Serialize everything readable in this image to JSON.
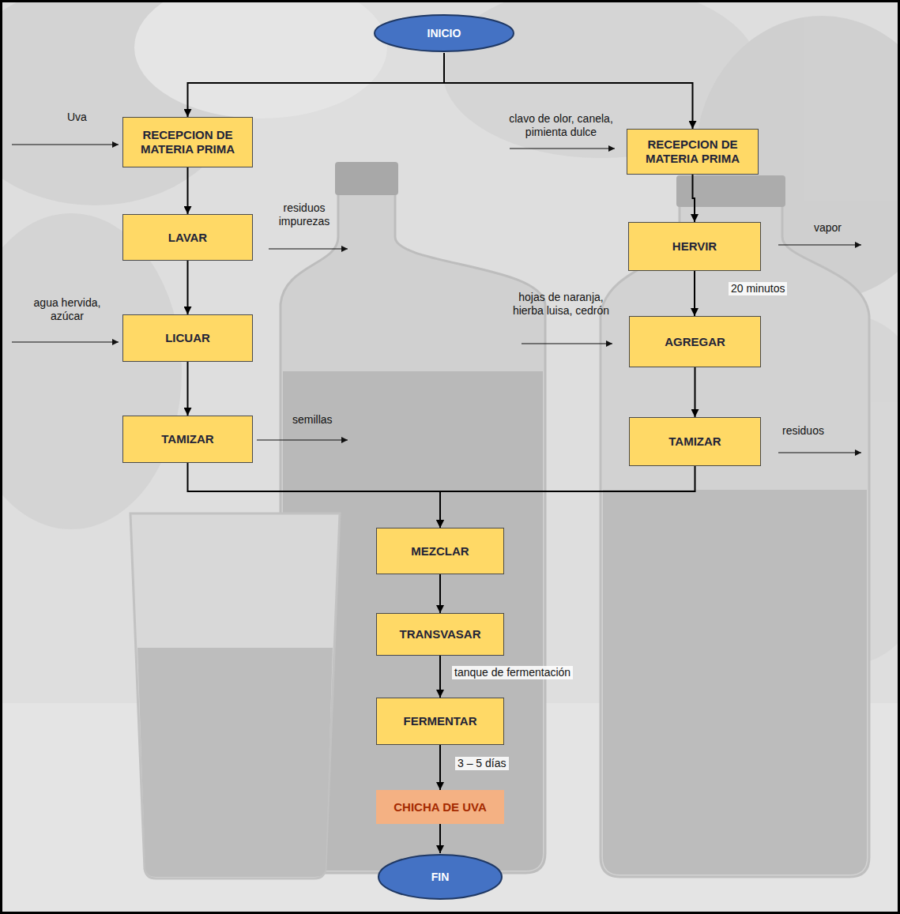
{
  "diagram": {
    "nodes": [
      {
        "text": [
          "INICIO"
        ]
      },
      {
        "text": [
          "RECEPCION DE MATERIA PRIMA"
        ]
      },
      {
        "text": [
          "RECEPCION DE MATERIA PRIMA"
        ]
      },
      {
        "text": [
          "LAVAR"
        ]
      },
      {
        "text": [
          "HERVIR"
        ]
      },
      {
        "text": [
          "LICUAR"
        ]
      },
      {
        "text": [
          "AGREGAR"
        ]
      },
      {
        "text": [
          "TAMIZAR"
        ]
      },
      {
        "text": [
          "TAMIZAR"
        ]
      },
      {
        "text": [
          "MEZCLAR"
        ]
      },
      {
        "text": [
          "TRANSVASAR"
        ]
      },
      {
        "text": [
          "FERMENTAR"
        ]
      },
      {
        "text": [
          "CHICHA DE UVA"
        ]
      },
      {
        "text": [
          "FIN"
        ]
      }
    ],
    "edges": [
      {
        "from": 0,
        "to": 1,
        "arrow": "to"
      },
      {
        "from": 0,
        "to": 2,
        "arrow": "to"
      },
      {
        "from": 1,
        "to": 3,
        "arrow": "to"
      },
      {
        "from": 3,
        "to": 5,
        "arrow": "to"
      },
      {
        "from": 5,
        "to": 7,
        "arrow": "to"
      },
      {
        "from": 2,
        "to": 4,
        "arrow": "to"
      },
      {
        "from": 4,
        "to": 6,
        "label": "20 minutos",
        "arrow": "to"
      },
      {
        "from": 6,
        "to": 8,
        "arrow": "to"
      },
      {
        "from": 7,
        "to": 9,
        "arrow": "to"
      },
      {
        "from": 8,
        "to": 9,
        "arrow": "to"
      },
      {
        "from": 9,
        "to": 10,
        "arrow": "to"
      },
      {
        "from": 10,
        "to": 11,
        "label": "tanque de fermentación",
        "arrow": "to"
      },
      {
        "from": 11,
        "to": 12,
        "label": "3 – 5 días",
        "arrow": "to"
      },
      {
        "from": 12,
        "to": 13,
        "arrow": "to"
      }
    ],
    "labels": [
      "Uva",
      "residuos impurezas",
      "agua hervida, azúcar",
      "semillas",
      "clavo de olor, canela, pimienta dulce",
      "vapor",
      "hojas de naranja, hierba luisa, cedrón",
      "residuos"
    ]
  }
}
